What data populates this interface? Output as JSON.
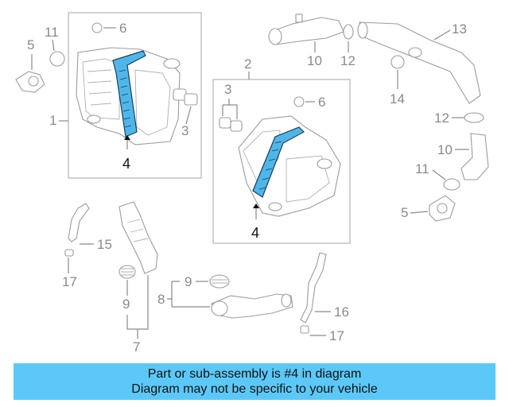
{
  "callouts": {
    "c1": "1",
    "c2": "2",
    "c3a": "3",
    "c3b": "3",
    "c4a": "4",
    "c4b": "4",
    "c5a": "5",
    "c5b": "5",
    "c6a": "6",
    "c6b": "6",
    "c7": "7",
    "c8": "8",
    "c9a": "9",
    "c9b": "9",
    "c10a": "10",
    "c10b": "10",
    "c11a": "11",
    "c11b": "11",
    "c12a": "12",
    "c12b": "12",
    "c13": "13",
    "c14": "14",
    "c15": "15",
    "c16": "16",
    "c17a": "17",
    "c17b": "17"
  },
  "banner": {
    "line1": "Part or sub-assembly is #4 in diagram",
    "line2": "Diagram may not be specific to your vehicle"
  },
  "colors": {
    "highlight": "#5cc8f7",
    "highlight_part": "#4fb6ea",
    "callout_text": "#8a8a8a"
  }
}
